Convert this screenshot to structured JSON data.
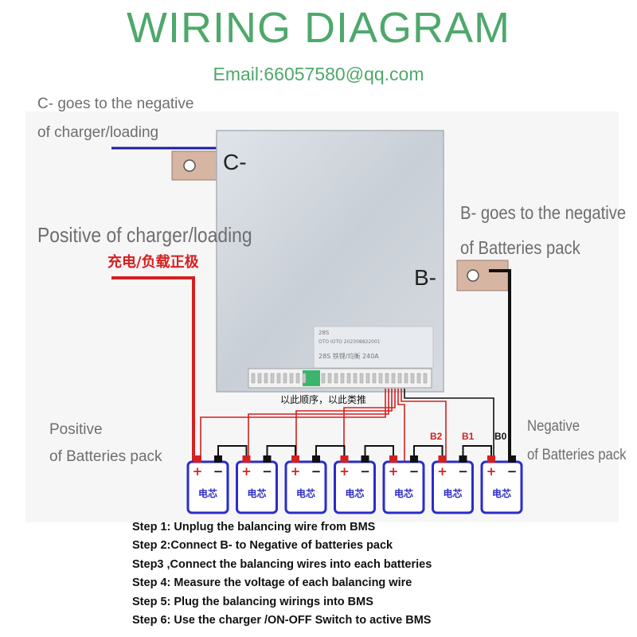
{
  "title": "WIRING DIAGRAM",
  "email": "Email:66057580@qq.com",
  "labels": {
    "c_minus_line1": "C- goes to the negative",
    "c_minus_line2": "of charger/loading",
    "positive_charger": "Positive of charger/loading",
    "positive_charger_cn": "充电/负载正极",
    "b_minus_line1": "B- goes to the negative",
    "b_minus_line2": "of  Batteries pack",
    "positive_pack_line1": "Positive",
    "positive_pack_line2": "of  Batteries pack",
    "negative_pack_line1": "Negative",
    "negative_pack_line2": "of  Batteries pack"
  },
  "bms": {
    "terminal_c": "C-",
    "terminal_b": "B-",
    "sticker_line1": "28S",
    "sticker_line2": "OTO  IOTO  202308822001",
    "sticker_line3": "28S  铁锂/均衡  240A",
    "connector_note": "以此顺序，以此类推"
  },
  "balance_labels": [
    "B2",
    "B1",
    "B0"
  ],
  "cells": {
    "count": 7,
    "label": "电芯",
    "plus": "+",
    "minus": "−"
  },
  "colors": {
    "title_green": "#4fa86b",
    "wire_red": "#d42020",
    "wire_black": "#111111",
    "wire_blue": "#1a1aa8",
    "cell_border": "#2c2cc8",
    "busbar": "#d7b5a3"
  },
  "steps": [
    "Step 1: Unplug the balancing wire from BMS",
    "Step 2:Connect B- to Negative of batteries pack",
    "Step3 ,Connect the balancing wires into each batteries",
    "Step 4: Measure the voltage of each balancing wire",
    "Step 5: Plug the balancing wirings into BMS",
    "Step 6: Use the charger /ON-OFF Switch to active BMS"
  ]
}
